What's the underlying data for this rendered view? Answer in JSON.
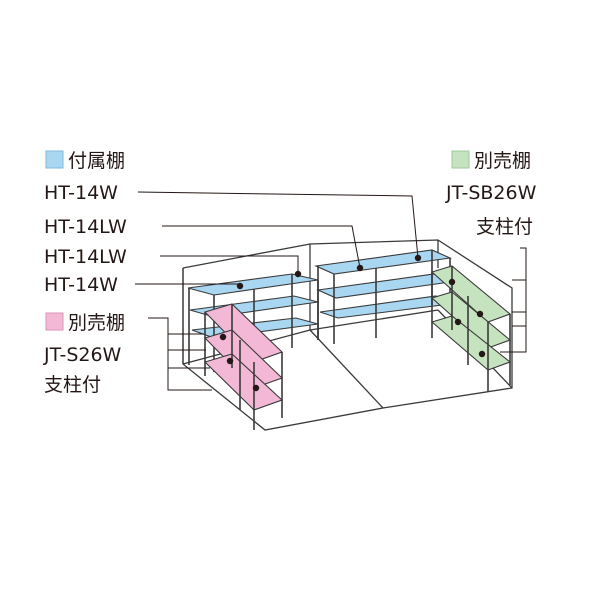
{
  "legend_included": {
    "title": "付属棚",
    "color": "#a9d6f1",
    "models": [
      "HT-14W",
      "HT-14LW",
      "HT-14LW",
      "HT-14W"
    ]
  },
  "legend_sold_separately_left": {
    "title": "別売棚",
    "color": "#f2b8d6",
    "model": "JT-S26W",
    "note": "支柱付"
  },
  "legend_sold_separately_right": {
    "title": "別売棚",
    "color": "#c5e3bf",
    "model": "JT-SB26W",
    "note": "支柱付"
  }
}
